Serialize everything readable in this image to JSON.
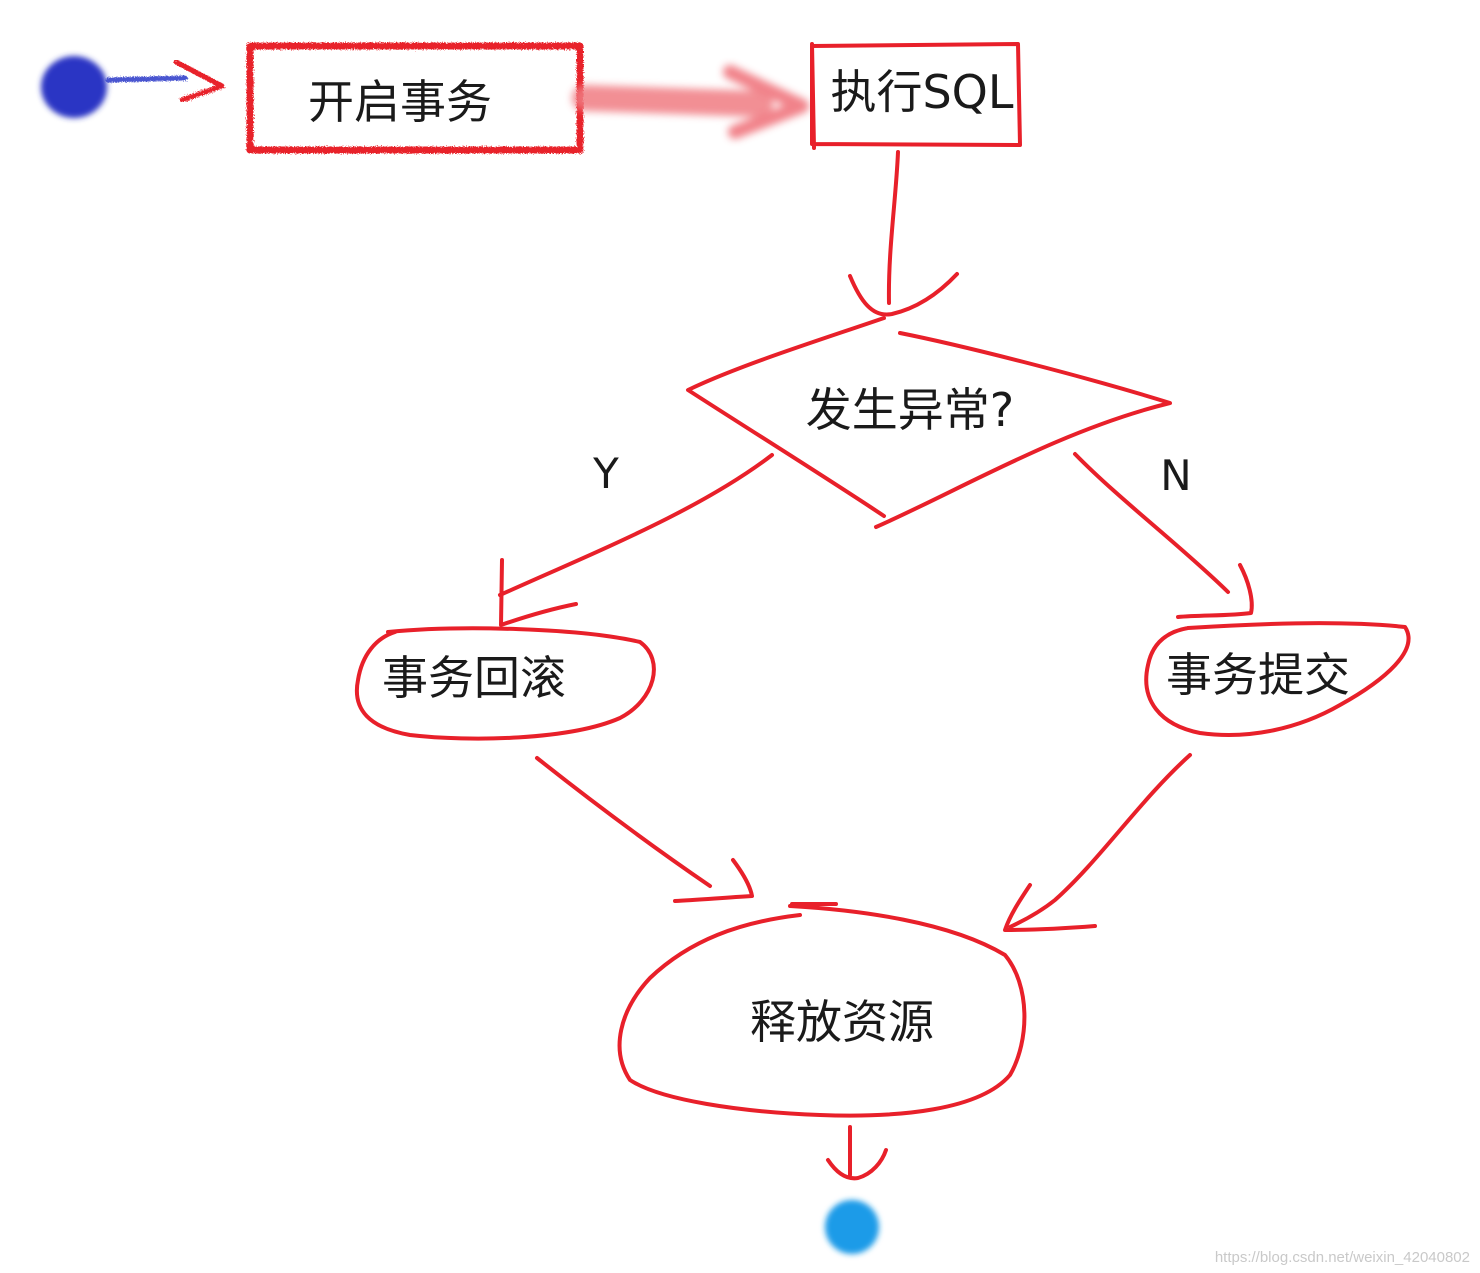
{
  "diagram": {
    "nodes": {
      "begin_transaction": "开启事务",
      "execute_sql": "执行SQL",
      "exception_decision": "发生异常?",
      "rollback": "事务回滚",
      "commit": "事务提交",
      "release_resources": "释放资源"
    },
    "branches": {
      "yes": "Y",
      "no": "N"
    },
    "colors": {
      "stroke": "#e8202a",
      "start_dot": "#2b36c4",
      "end_dot": "#1e9be8",
      "text": "#1a1a1a"
    }
  },
  "watermark": "https://blog.csdn.net/weixin_42040802"
}
